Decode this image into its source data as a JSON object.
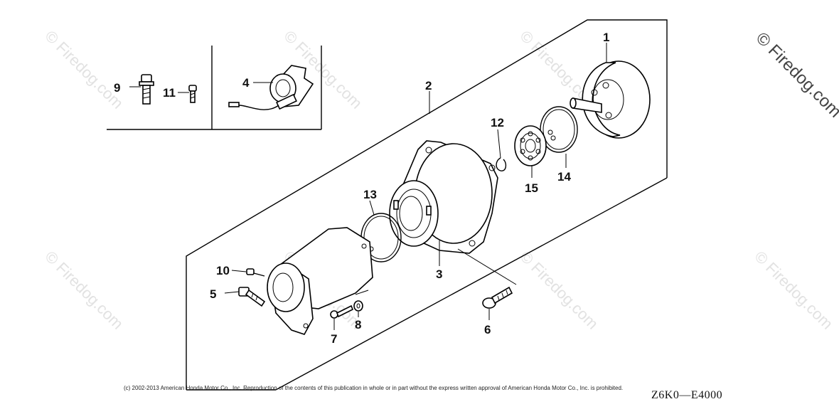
{
  "callouts": [
    "1",
    "2",
    "3",
    "4",
    "5",
    "6",
    "7",
    "8",
    "9",
    "10",
    "11",
    "12",
    "13",
    "14",
    "15"
  ],
  "watermark": "© Firedog.com",
  "copyright": "(c) 2002-2013 American Honda Motor Co., Inc. Reproduction of the contents of this publication in whole or in part without the express written approval of American Honda Motor Co., Inc. is prohibited.",
  "diagram_code": "Z6K0—E4000"
}
